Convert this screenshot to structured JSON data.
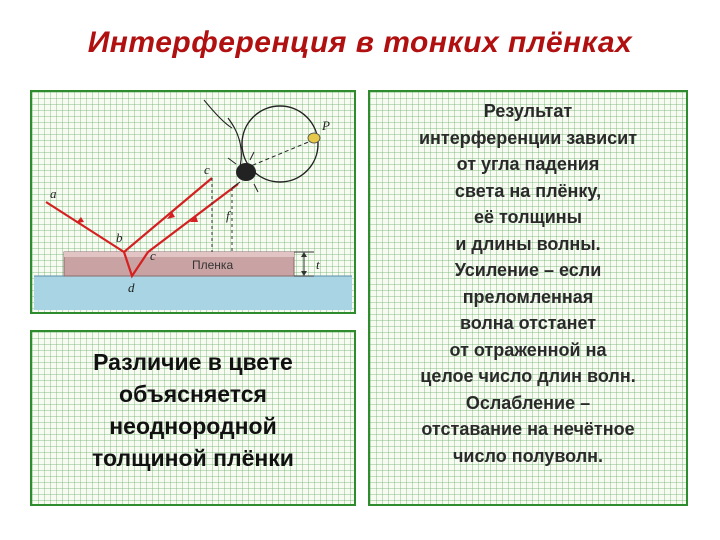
{
  "slide": {
    "title": "Интерференция в тонких плёнках"
  },
  "diagram": {
    "film_label": "Пленка",
    "point_labels": {
      "a": "a",
      "b": "b",
      "c_lower": "c",
      "c_upper": "c",
      "d": "d",
      "f": "f",
      "P": "P",
      "t": "t"
    },
    "colors": {
      "ray": "#d42020",
      "film": "#c9a3a3",
      "substrate": "#a8d4e4"
    }
  },
  "left_panel": {
    "lines": [
      "Различие в цвете",
      "объясняется",
      "неоднородной",
      "толщиной плёнки"
    ]
  },
  "right_panel": {
    "lines": [
      "Результат",
      "интерференции зависит",
      "от угла падения",
      "света на плёнку,",
      "её толщины",
      "и длины волны.",
      "Усиление – если",
      "преломленная",
      "волна отстанет",
      "от отраженной на",
      "целое число длин волн.",
      "Ослабление –",
      "отставание на нечётное",
      "число полуволн."
    ]
  }
}
